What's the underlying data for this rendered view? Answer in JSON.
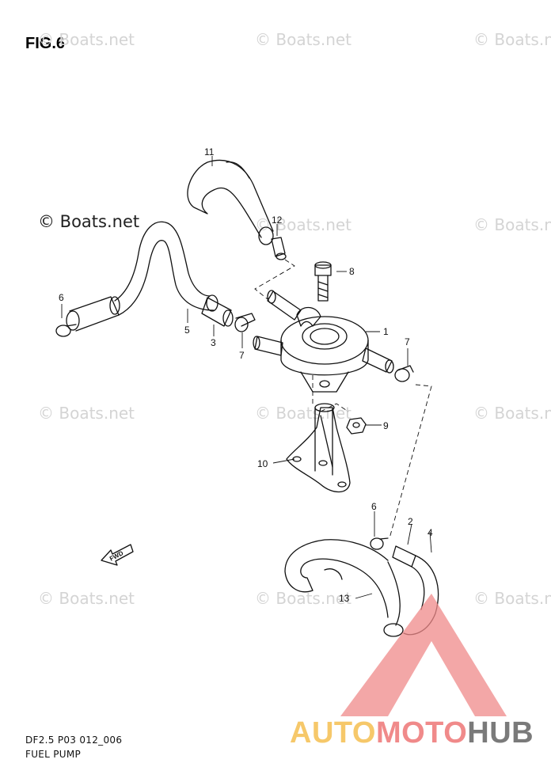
{
  "figure": {
    "title": "FIG.6"
  },
  "watermark": {
    "text": "© Boats.net",
    "strong_text": "© Boats.net"
  },
  "parts": [
    {
      "id": "p1",
      "number": "1"
    },
    {
      "id": "p2",
      "number": "2"
    },
    {
      "id": "p3",
      "number": "3"
    },
    {
      "id": "p4",
      "number": "4"
    },
    {
      "id": "p5",
      "number": "5"
    },
    {
      "id": "p6a",
      "number": "6"
    },
    {
      "id": "p6b",
      "number": "6"
    },
    {
      "id": "p7a",
      "number": "7"
    },
    {
      "id": "p7b",
      "number": "7"
    },
    {
      "id": "p8",
      "number": "8"
    },
    {
      "id": "p9",
      "number": "9"
    },
    {
      "id": "p10",
      "number": "10"
    },
    {
      "id": "p11",
      "number": "11"
    },
    {
      "id": "p12",
      "number": "12"
    },
    {
      "id": "p13",
      "number": "13"
    }
  ],
  "fwd_label": "FWD",
  "footer": {
    "code": "DF2.5 P03 012_006",
    "name": "FUEL PUMP"
  },
  "brand": {
    "part1": "AUTO",
    "part2": "MOTO",
    "part3": "HUB"
  },
  "colors": {
    "line": "#111111",
    "watermark": "#d4d4d4",
    "brand_yellow": "#f6c86a",
    "brand_red": "#f08a8a",
    "brand_gray": "#7a7a7a"
  }
}
